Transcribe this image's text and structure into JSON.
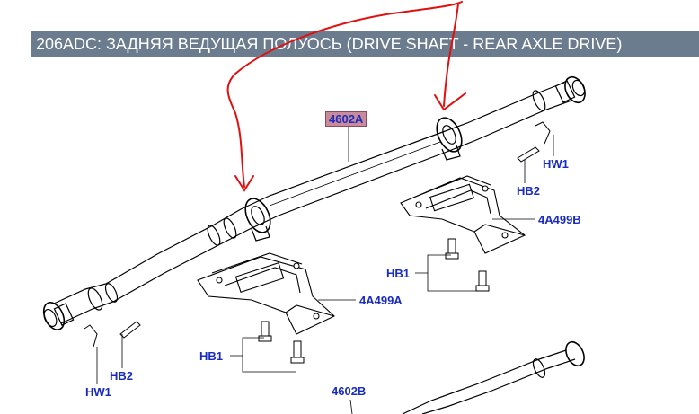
{
  "header": {
    "title": "206ADC: ЗАДНЯЯ ВЕДУЩАЯ ПОЛУОСЬ (DRIVE SHAFT - REAR AXLE DRIVE)"
  },
  "labels": {
    "shaft_main": "4602A",
    "shaft_lower": "4602B",
    "bracket_left": "4A499A",
    "bracket_right": "4A499B",
    "hb1_left": "HB1",
    "hb1_right": "HB1",
    "hb2_left": "HB2",
    "hb2_right": "HB2",
    "hw1_left": "HW1",
    "hw1_right": "HW1"
  },
  "colors": {
    "label_blue": "#1a2bbf",
    "annotation_red": "#e01010",
    "title_bar": "#6c7c8f"
  }
}
